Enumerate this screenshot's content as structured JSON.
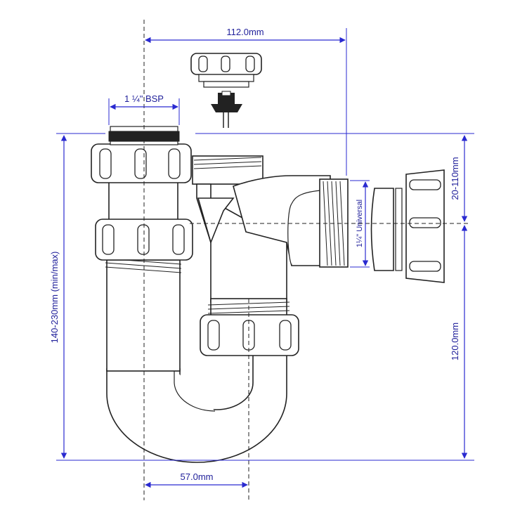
{
  "dimensions": {
    "top_width": "112.0mm",
    "inlet_thread": "1 ¼\" BSP",
    "outlet_universal": "1¼\" Universal",
    "outlet_height_range": "20-110mm",
    "overall_height": "140-230mm (min/max)",
    "outlet_to_base": "120.0mm",
    "leg_spacing": "57.0mm"
  },
  "colors": {
    "dimension_line": "#2a2ad0",
    "outline": "#222222",
    "background": "#ffffff"
  }
}
